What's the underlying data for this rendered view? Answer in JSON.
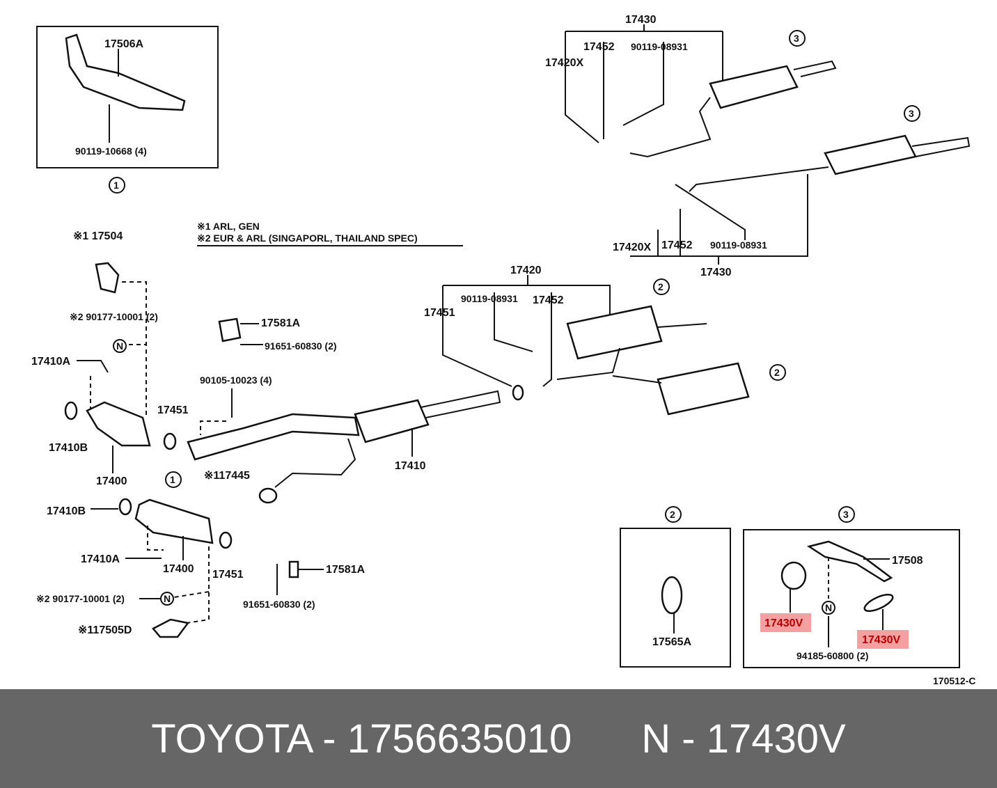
{
  "labels": {
    "p17506A": "17506A",
    "p90119_10668": "90119-10668 (4)",
    "t17430": "17430",
    "t17452": "17452",
    "t90119a": "90119-08931",
    "t17420X": "17420X",
    "b17420X": "17420X",
    "b17452": "17452",
    "b90119": "90119-08931",
    "b17430": "17430",
    "note1": "※1 ARL, GEN",
    "note2": "※2 EUR & ARL (SINGAPORL, THAILAND SPEC)",
    "p17504": "※1 17504",
    "p90177a": "※2 90177-10001 (2)",
    "p17410A": "17410A",
    "p17581A": "17581A",
    "p91651a": "91651-60830 (2)",
    "p90105": "90105-10023 (4)",
    "p17451a": "17451",
    "p17410B": "17410B",
    "p17400": "17400",
    "p17445": "※117445",
    "p17410": "17410",
    "m17420": "17420",
    "m90119": "90119-08931",
    "m17452": "17452",
    "m17451": "17451",
    "l17410B": "17410B",
    "l17410A": "17410A",
    "l17400": "17400",
    "l17451": "17451",
    "l90177": "※2 90177-10001 (2)",
    "l17505D": "※117505D",
    "l17581A": "17581A",
    "l91651": "91651-60830 (2)",
    "d17565A": "17565A",
    "d17508": "17508",
    "d17430V_1": "17430V",
    "d17430V_2": "17430V",
    "d94185": "94185-60800 (2)",
    "ref": "170512-C"
  },
  "callouts": {
    "one": "1",
    "two": "2",
    "three": "3",
    "nut": "N"
  },
  "highlight_color": "#f4a0a0",
  "footer": {
    "left": "TOYOTA - 1756635010",
    "right": "N - 17430V"
  }
}
